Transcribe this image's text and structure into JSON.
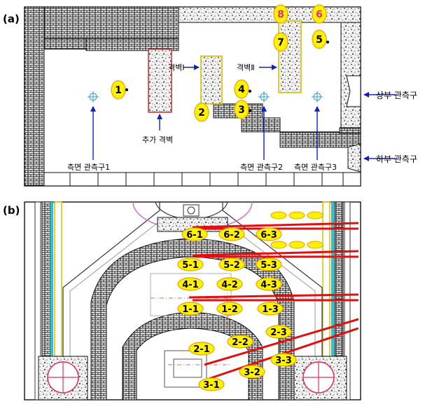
{
  "panel_a": {
    "label": "(a)",
    "texts": {
      "wall1": "격벽Ⅰ",
      "wall2": "격벽Ⅱ",
      "extra_wall": "추가 격벽",
      "upper_port": "상부 관측구",
      "lower_port": "하부 관측구",
      "side1": "측면 관측구1",
      "side2": "측면 관측구2",
      "side3": "측면 관측구3"
    },
    "points": [
      "1",
      "2",
      "3",
      "4",
      "5",
      "6",
      "7",
      "8"
    ]
  },
  "panel_b": {
    "label": "(b)",
    "points": [
      "6-1",
      "6-2",
      "6-3",
      "5-1",
      "5-2",
      "5-3",
      "4-1",
      "4-2",
      "4-3",
      "1-1",
      "1-2",
      "1-3",
      "2-1",
      "2-2",
      "2-3",
      "3-1",
      "3-2",
      "3-3"
    ]
  },
  "colors": {
    "marker_fill": "#fff200",
    "marker_stroke": "#e8a000",
    "arrow": "#1020c0",
    "beam": "#e01010",
    "dome": "#d070d0",
    "cyan": "#30c0d0"
  }
}
